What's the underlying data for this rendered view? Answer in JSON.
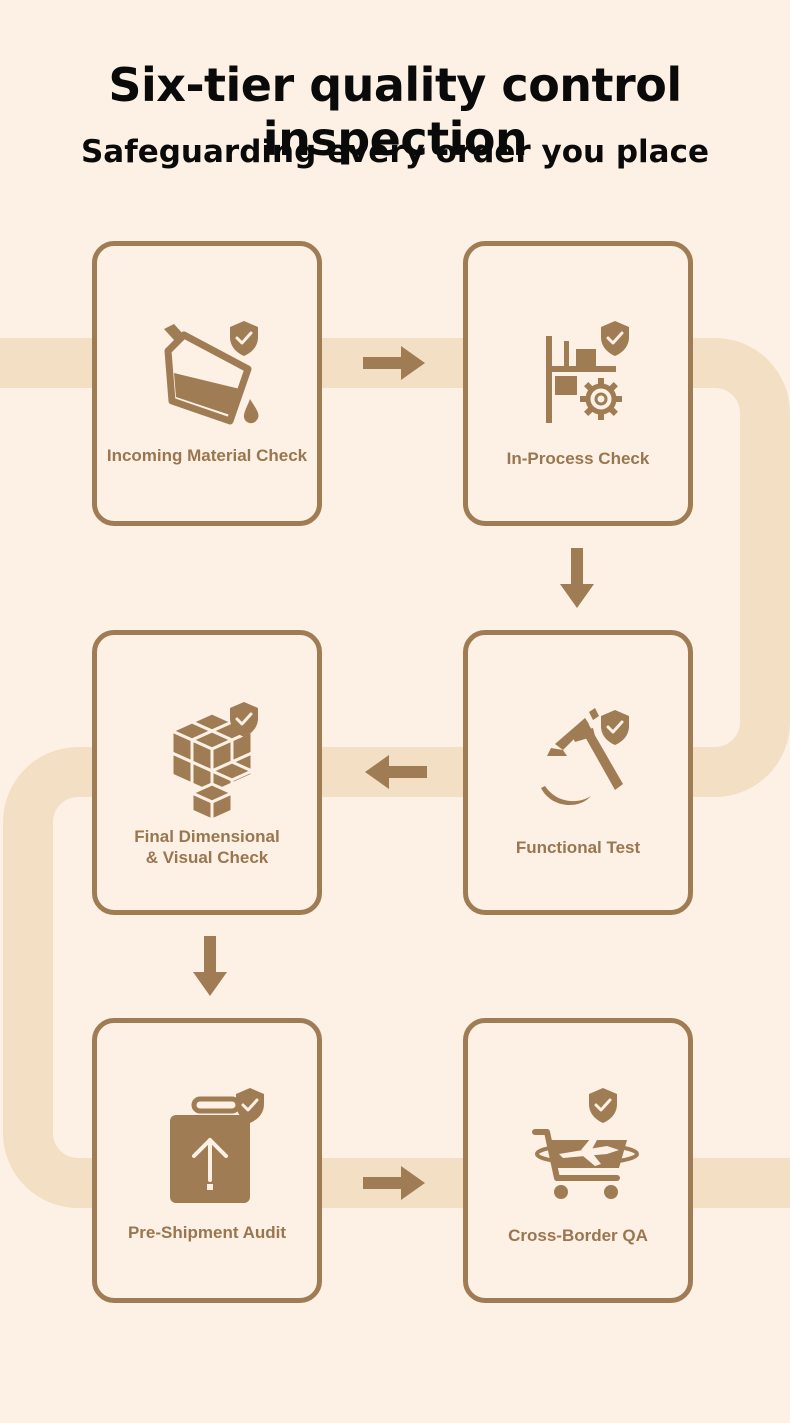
{
  "header": {
    "title": "Six-tier quality control inspection",
    "subtitle": "Safeguarding every order you place"
  },
  "colors": {
    "background": "#fcf1e4",
    "accent": "#a07c55",
    "path": "#f3dfc4",
    "title": "#0a0a0a"
  },
  "steps": [
    {
      "label": "Incoming Material Check",
      "icon": "liquid-bucket-icon"
    },
    {
      "label": "In-Process Check",
      "icon": "conveyor-gear-icon"
    },
    {
      "label": "Functional Test",
      "icon": "caliper-icon"
    },
    {
      "label": "Final Dimensional & Visual Check",
      "label_line1": "Final Dimensional",
      "label_line2": "& Visual Check",
      "icon": "cubes-icon"
    },
    {
      "label": "Pre-Shipment Audit",
      "icon": "upload-bag-icon"
    },
    {
      "label": "Cross-Border QA",
      "icon": "cart-plane-icon"
    }
  ],
  "badge_icon": "shield-check-icon",
  "arrows": [
    "right",
    "down",
    "left",
    "down",
    "right"
  ]
}
